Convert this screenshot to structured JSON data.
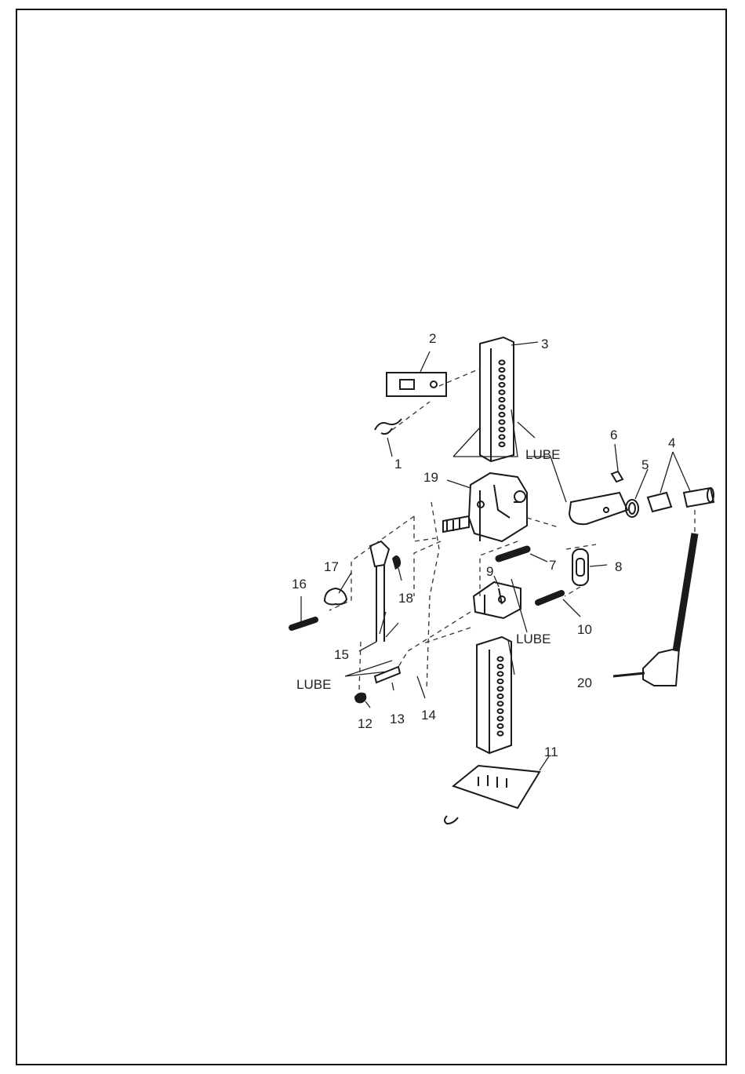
{
  "figure": {
    "parts": [
      {
        "id": "p1",
        "number": "1"
      },
      {
        "id": "p2",
        "number": "2"
      },
      {
        "id": "p3",
        "number": "3"
      },
      {
        "id": "p4",
        "number": "4"
      },
      {
        "id": "p5",
        "number": "5"
      },
      {
        "id": "p6",
        "number": "6"
      },
      {
        "id": "p7",
        "number": "7"
      },
      {
        "id": "p8",
        "number": "8"
      },
      {
        "id": "p9",
        "number": "9"
      },
      {
        "id": "p10",
        "number": "10"
      },
      {
        "id": "p11",
        "number": "11"
      },
      {
        "id": "p12",
        "number": "12"
      },
      {
        "id": "p13",
        "number": "13"
      },
      {
        "id": "p14",
        "number": "14"
      },
      {
        "id": "p15",
        "number": "15"
      },
      {
        "id": "p16",
        "number": "16"
      },
      {
        "id": "p17",
        "number": "17"
      },
      {
        "id": "p18",
        "number": "18"
      },
      {
        "id": "p19",
        "number": "19"
      },
      {
        "id": "p20",
        "number": "20"
      }
    ],
    "lube_label": "LUBE"
  }
}
